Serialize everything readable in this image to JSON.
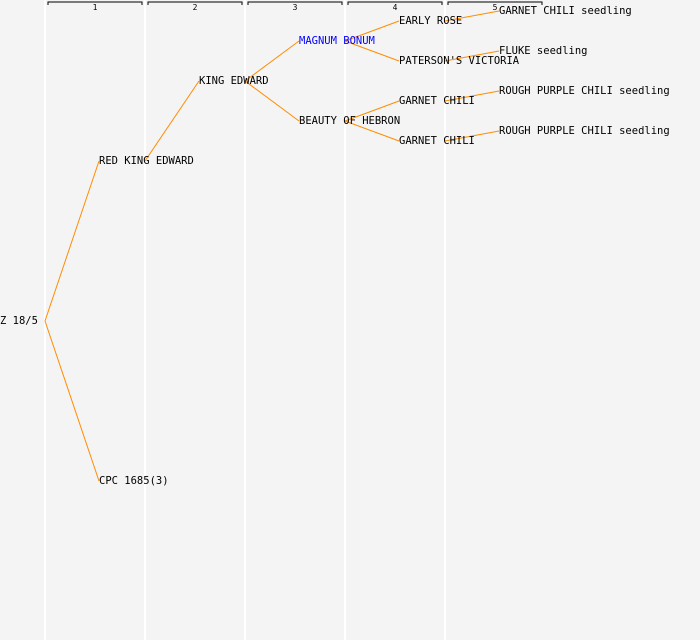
{
  "columns": [
    "1",
    "2",
    "3",
    "4",
    "5"
  ],
  "colors": {
    "line": "#ff8c00",
    "highlight": "#0000ff",
    "text": "#000000",
    "grid": "#ffffff"
  },
  "nodes": [
    {
      "id": "root",
      "label": "Z 18/5",
      "gen": 0,
      "row": 0.5
    },
    {
      "id": "n1",
      "label": "RED KING EDWARD",
      "gen": 1,
      "row": 0.25,
      "parent": "root"
    },
    {
      "id": "n2",
      "label": "CPC 1685(3)",
      "gen": 1,
      "row": 0.75,
      "parent": "root"
    },
    {
      "id": "n3",
      "label": "KING EDWARD",
      "gen": 2,
      "row": 0.125,
      "parent": "n1"
    },
    {
      "id": "n4",
      "label": "MAGNUM BONUM",
      "gen": 3,
      "row": 0.0625,
      "parent": "n3",
      "highlight": true
    },
    {
      "id": "n5",
      "label": "BEAUTY OF HEBRON",
      "gen": 3,
      "row": 0.1875,
      "parent": "n3"
    },
    {
      "id": "n6",
      "label": "EARLY ROSE",
      "gen": 4,
      "row": 0.03125,
      "parent": "n4"
    },
    {
      "id": "n7",
      "label": "PATERSON'S VICTORIA",
      "gen": 4,
      "row": 0.09375,
      "parent": "n4"
    },
    {
      "id": "n8",
      "label": "GARNET CHILI",
      "gen": 4,
      "row": 0.15625,
      "parent": "n5"
    },
    {
      "id": "n9",
      "label": "GARNET CHILI",
      "gen": 4,
      "row": 0.21875,
      "parent": "n5"
    },
    {
      "id": "n10",
      "label": "GARNET CHILI seedling",
      "gen": 5,
      "row": 0.015625,
      "parent": "n6"
    },
    {
      "id": "n11",
      "label": "FLUKE seedling",
      "gen": 5,
      "row": 0.078125,
      "parent": "n7"
    },
    {
      "id": "n12",
      "label": "ROUGH PURPLE CHILI seedling",
      "gen": 5,
      "row": 0.140625,
      "parent": "n8"
    },
    {
      "id": "n13",
      "label": "ROUGH PURPLE CHILI seedling",
      "gen": 5,
      "row": 0.203125,
      "parent": "n9"
    }
  ]
}
